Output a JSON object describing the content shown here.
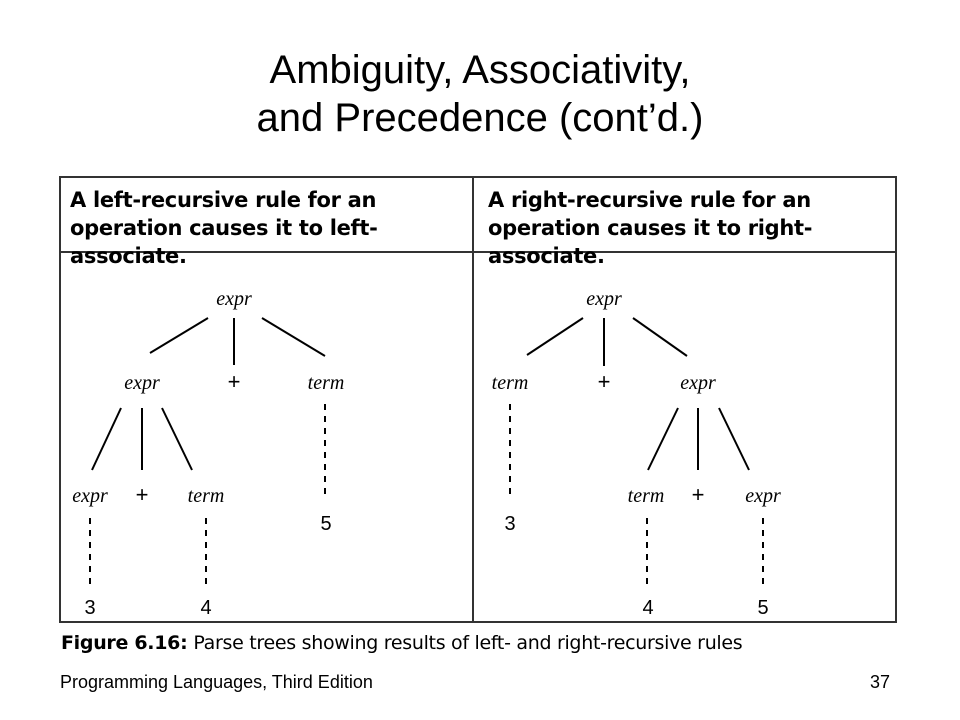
{
  "slide": {
    "title_line1": "Ambiguity, Associativity,",
    "title_line2": "and Precedence (cont’d.)"
  },
  "figure": {
    "left_heading": "A left-recursive rule for an operation causes it to left-associate.",
    "right_heading": "A right-recursive rule for an operation causes it to right-associate.",
    "caption_label": "Figure 6.16:",
    "caption_text": "Parse trees showing results of left- and right-recursive rules",
    "left_tree": {
      "root": "expr",
      "level1": [
        "expr",
        "+",
        "term"
      ],
      "level2": [
        "expr",
        "+",
        "term"
      ],
      "leaves": [
        "3",
        "4",
        "5"
      ]
    },
    "right_tree": {
      "root": "expr",
      "level1": [
        "term",
        "+",
        "expr"
      ],
      "level2": [
        "term",
        "+",
        "expr"
      ],
      "leaves": [
        "3",
        "4",
        "5"
      ]
    }
  },
  "footer": {
    "book": "Programming Languages, Third Edition",
    "page": "37"
  }
}
